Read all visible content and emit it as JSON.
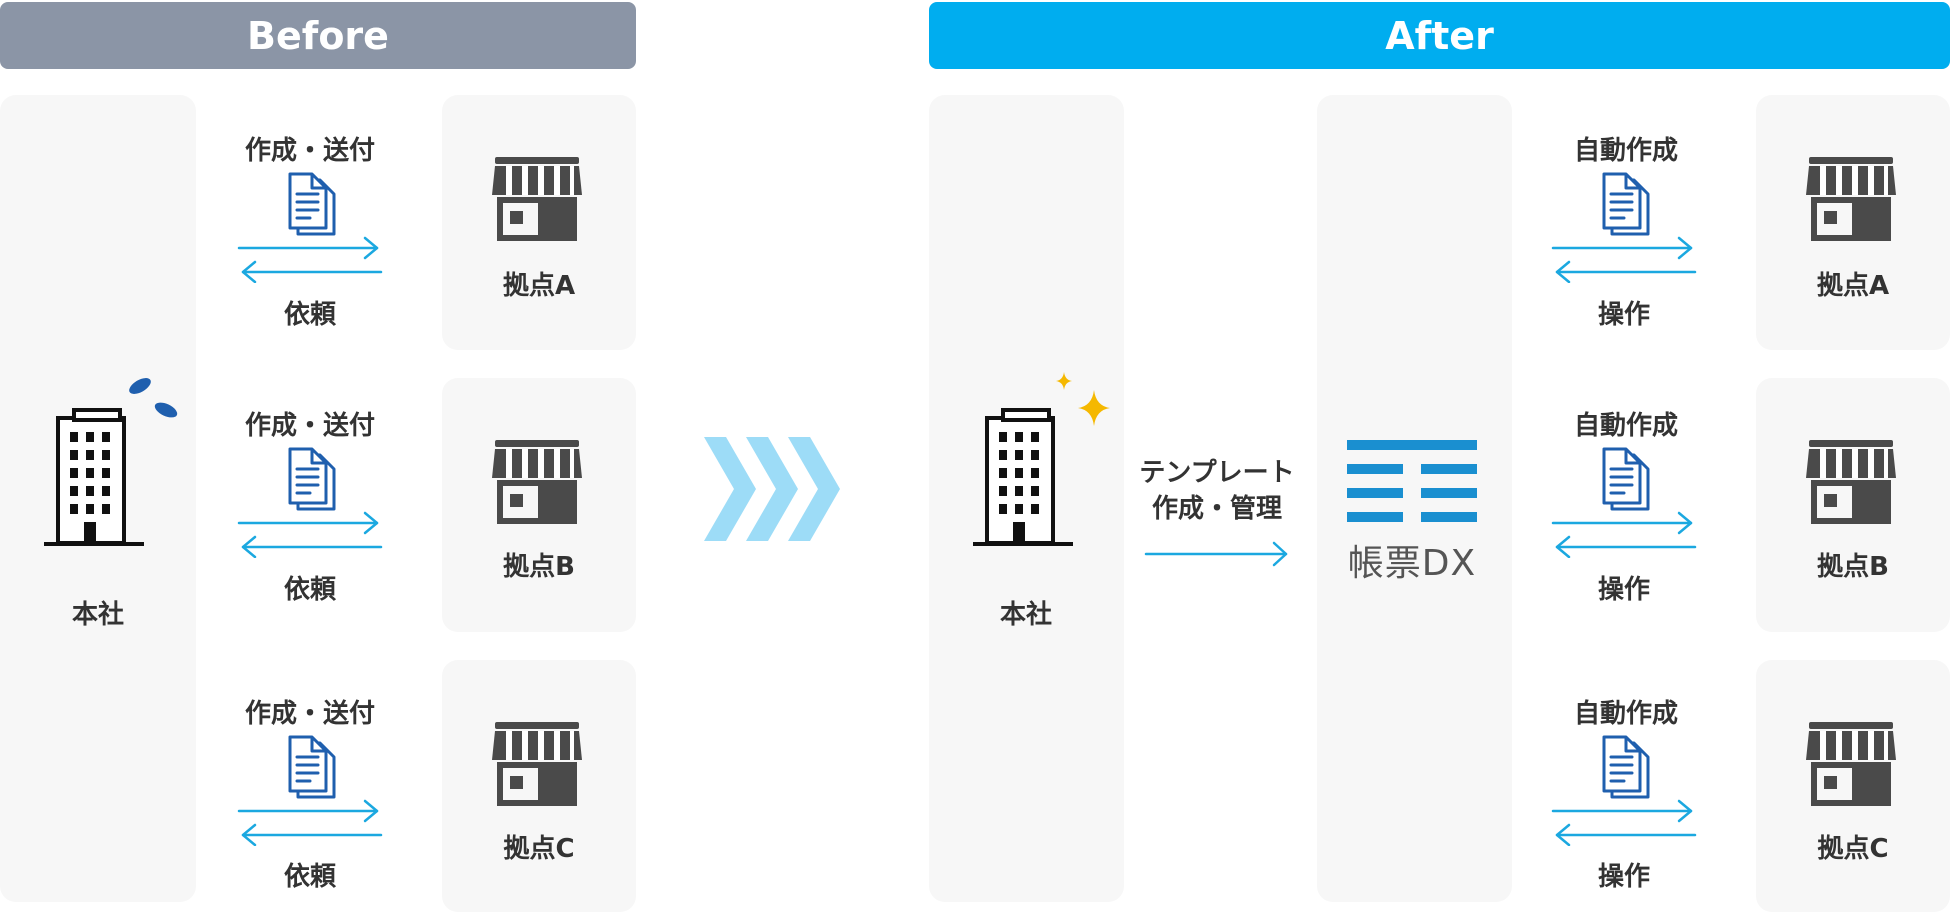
{
  "before": {
    "title": "Before",
    "hq_label": "本社",
    "rows": [
      {
        "top_label": "作成・送付",
        "bottom_label": "依頼",
        "store_label": "拠点A"
      },
      {
        "top_label": "作成・送付",
        "bottom_label": "依頼",
        "store_label": "拠点B"
      },
      {
        "top_label": "作成・送付",
        "bottom_label": "依頼",
        "store_label": "拠点C"
      }
    ]
  },
  "after": {
    "title": "After",
    "hq_label": "本社",
    "template_label_line1": "テンプレート",
    "template_label_line2": "作成・管理",
    "product_name": "帳票DX",
    "rows": [
      {
        "top_label": "自動作成",
        "bottom_label": "操作",
        "store_label": "拠点A"
      },
      {
        "top_label": "自動作成",
        "bottom_label": "操作",
        "store_label": "拠点B"
      },
      {
        "top_label": "自動作成",
        "bottom_label": "操作",
        "store_label": "拠点C"
      }
    ]
  },
  "colors": {
    "before_banner": "#8b95a6",
    "after_banner": "#00adef",
    "panel": "#f7f7f7",
    "arrow": "#1ba8e0",
    "doc_icon": "#1f5fae",
    "chevron": "#9ddcf7",
    "logo": "#1a8fd0",
    "sparkle": "#f5b800",
    "sweat": "#1f5fae"
  },
  "icons": {
    "building": "office-building-icon",
    "store": "storefront-icon",
    "document": "document-icon",
    "chevrons": "triple-chevron-right-icon",
    "sparkle": "sparkle-icon",
    "sweat": "sweat-drop-icon",
    "logo": "chouhyou-dx-logo-icon"
  }
}
